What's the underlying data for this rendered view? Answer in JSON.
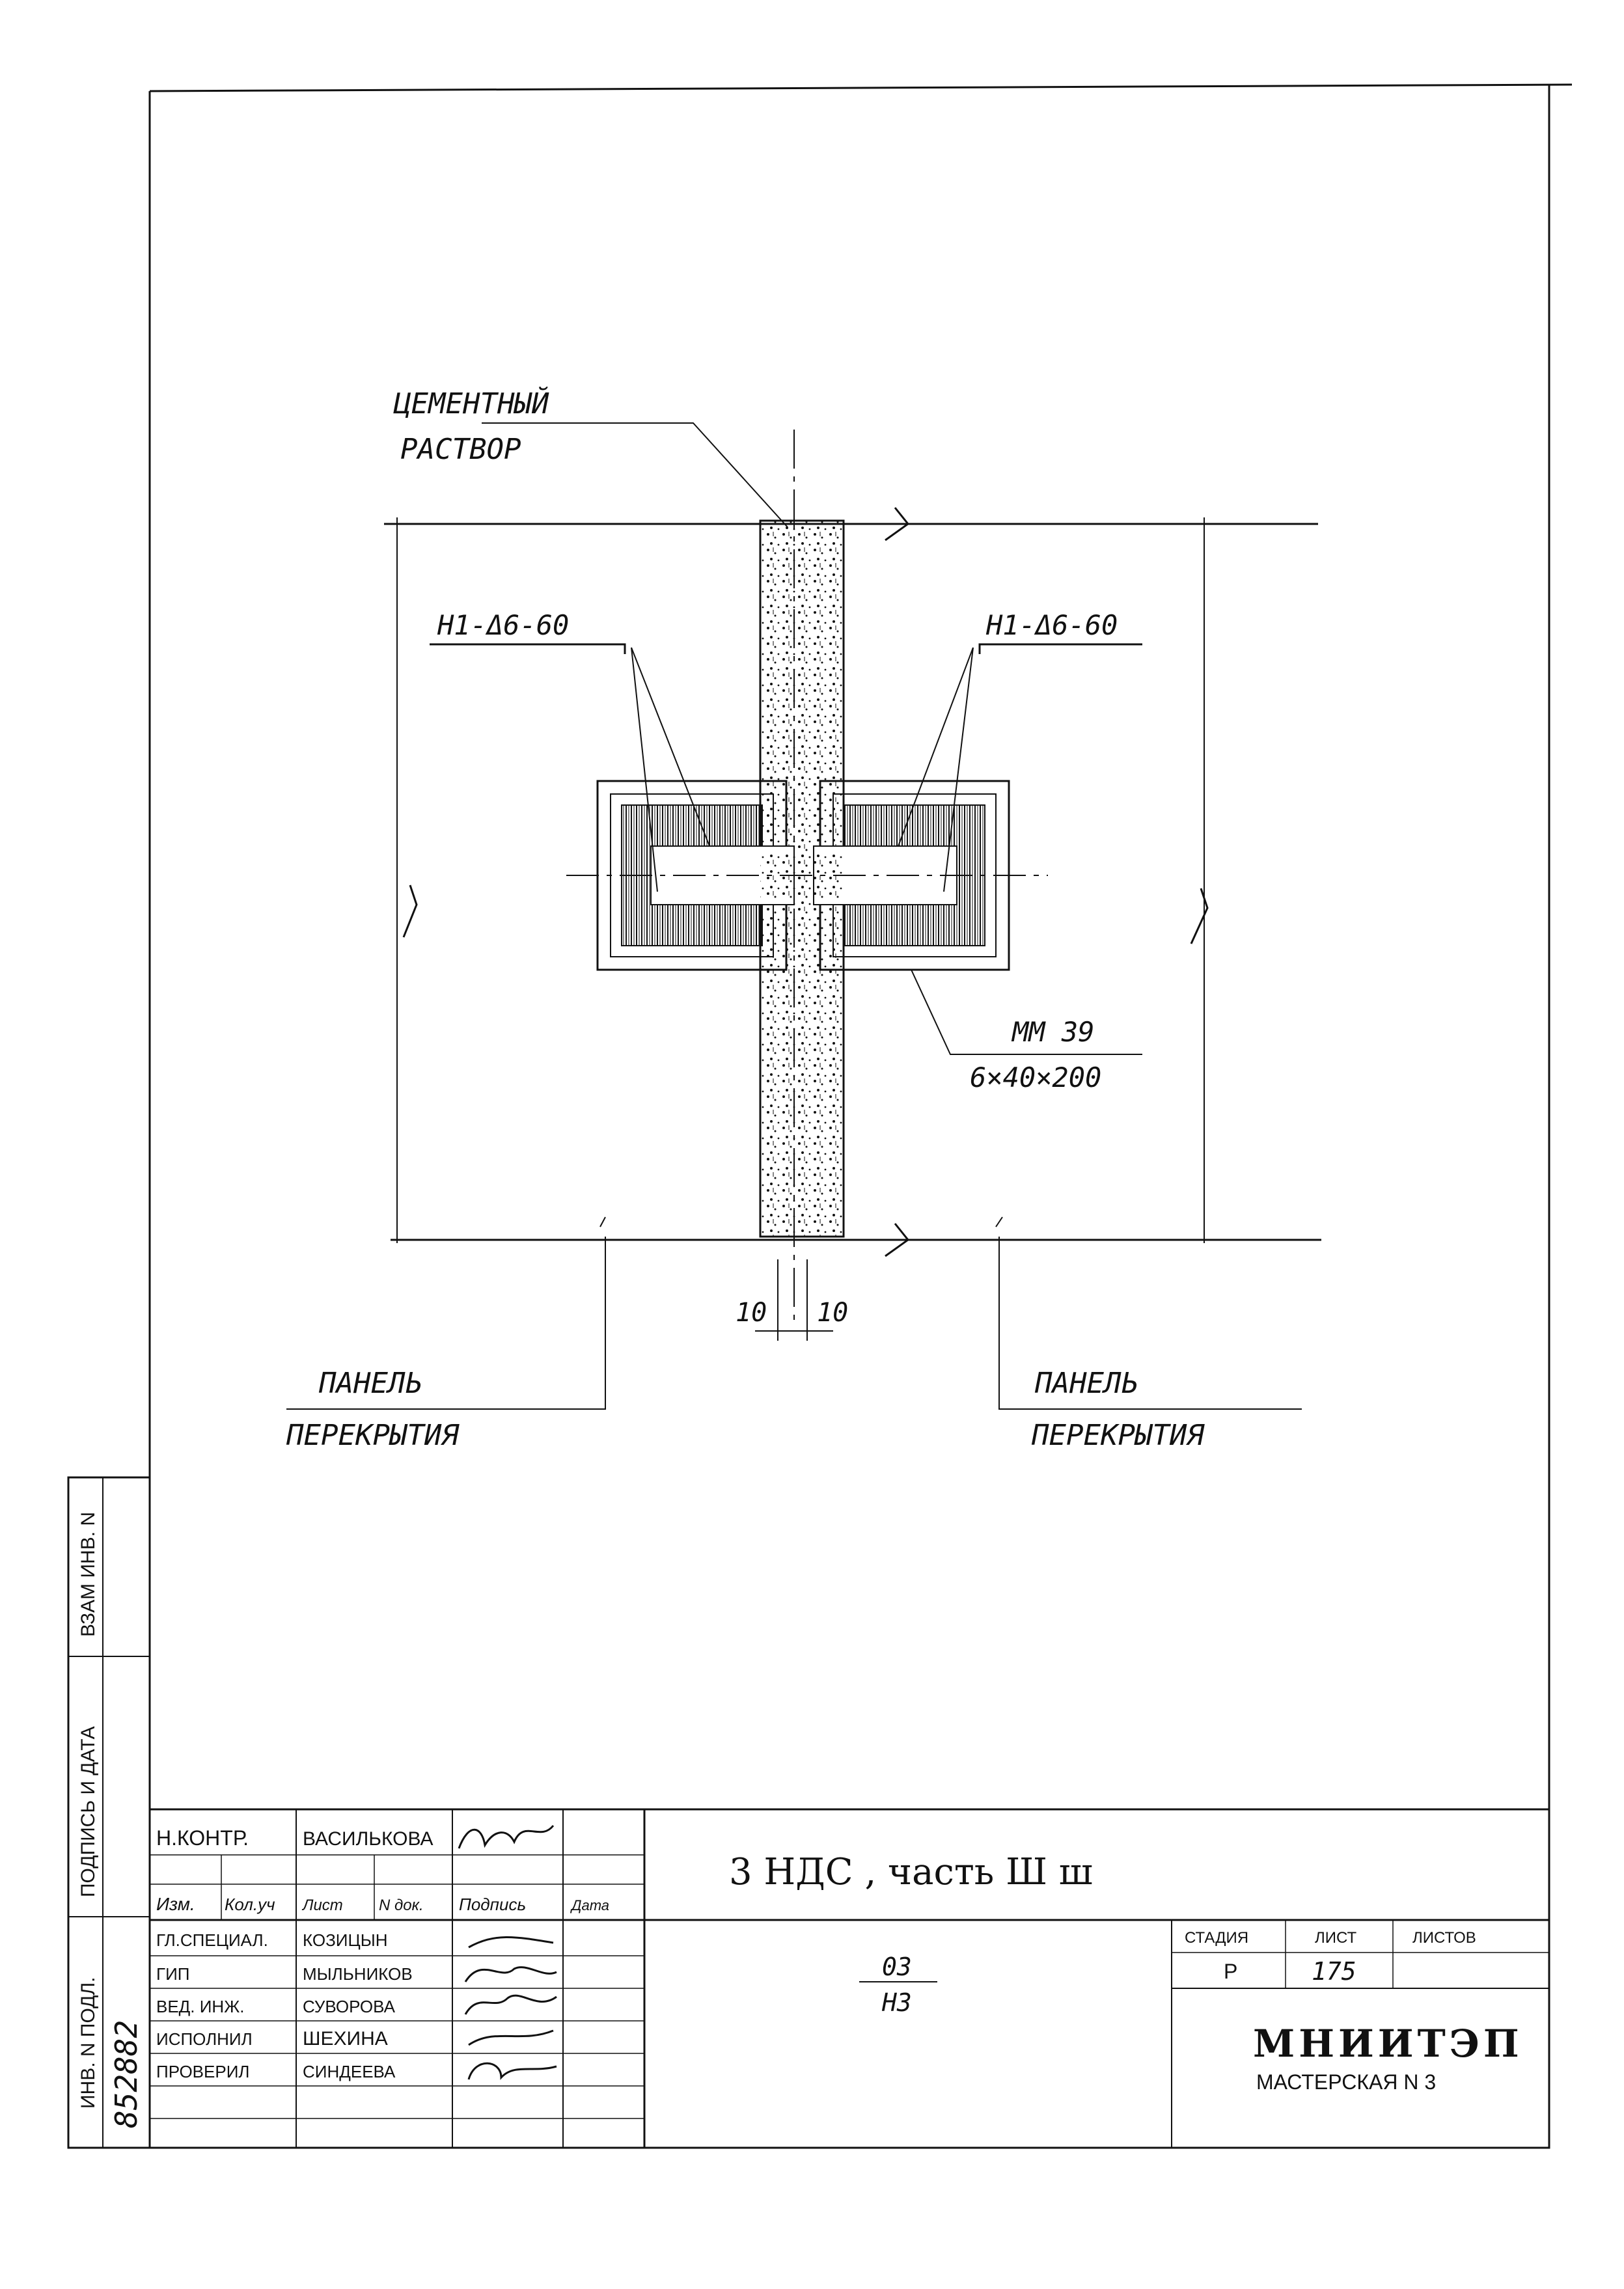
{
  "drawing": {
    "mortar_label_1": "ЦЕМЕНТНЫЙ",
    "mortar_label_2": "РАСТВОР",
    "left_weld_label": "Н1-Δ6-60",
    "right_weld_label": "Н1-Δ6-60",
    "plate_label_1": "ММ 39",
    "plate_label_2": "6×40×200",
    "dim_left": "10",
    "dim_right": "10",
    "left_panel_1": "ПАНЕЛЬ",
    "left_panel_2": "ПЕРЕКРЫТИЯ",
    "right_panel_1": "ПАНЕЛЬ",
    "right_panel_2": "ПЕРЕКРЫТИЯ"
  },
  "side_stamp": {
    "inv_orig": "ИНВ. N ПОДЛ.",
    "signature_date": "ПОДПИСЬ И ДАТА",
    "replace_inv": "ВЗАМ ИНВ. N",
    "inv_number": "852882"
  },
  "title_block": {
    "norm_control_role": "Н.КОНТР.",
    "norm_control_name": "ВАСИЛЬКОВА",
    "header": {
      "change": "Изм.",
      "qty": "Кол.уч",
      "sheet": "Лист",
      "doc_no": "N док.",
      "signature": "Подпись",
      "date": "Дата"
    },
    "people": [
      {
        "role": "ГЛ.СПЕЦИАЛ.",
        "name": "КОЗИЦЫН"
      },
      {
        "role": "ГИП",
        "name": "МЫЛЬНИКОВ"
      },
      {
        "role": "ВЕД. ИНЖ.",
        "name": "СУВОРОВА"
      },
      {
        "role": "ИСПОЛНИЛ",
        "name": "ШЕХИНА"
      },
      {
        "role": "ПРОВЕРИЛ",
        "name": "СИНДЕЕВА"
      }
    ],
    "title": "3 НДС , часть Ш ш",
    "code_1": "03",
    "code_2": "НЗ",
    "stage_label": "СТАДИЯ",
    "sheet_label": "ЛИСТ",
    "sheets_label": "ЛИСТОВ",
    "stage": "Р",
    "sheet": "175",
    "org": "МНИИТЭП",
    "workshop": "МАСТЕРСКАЯ N 3"
  },
  "colors": {
    "ink": "#111111",
    "paper": "#ffffff"
  }
}
